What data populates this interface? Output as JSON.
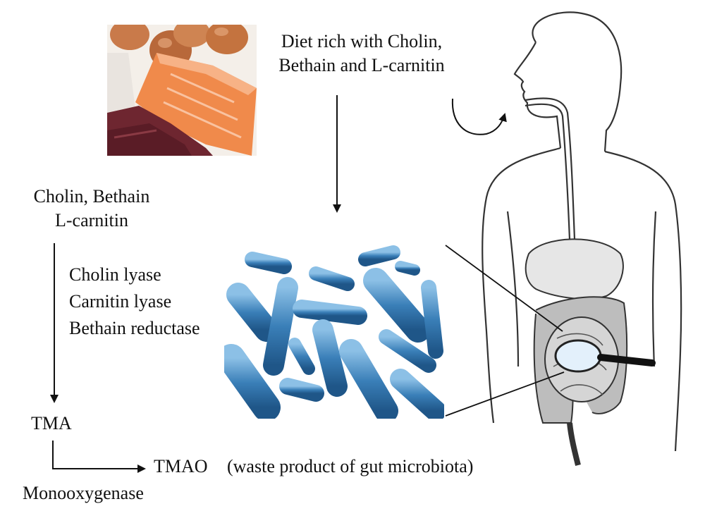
{
  "diet_text": {
    "line1": "Diet rich with Cholin,",
    "line2": "Bethain and L-carnitin"
  },
  "substrates": {
    "line1": "Cholin, Bethain",
    "line2": "L-carnitin"
  },
  "enzymes": [
    "Cholin lyase",
    "Carnitin lyase",
    "Bethain reductase"
  ],
  "tma": "TMA",
  "tmao": "TMAO",
  "tmao_note": "(waste product of gut microbiota)",
  "monooxygenase": "Monooxygenase",
  "colors": {
    "bacteria": "#3a7fb8",
    "bacteria_light": "#7fb6e0",
    "salmon": "#f08a4b",
    "egg": "#c97a4a",
    "meat": "#6e2630",
    "outline": "#333333"
  }
}
